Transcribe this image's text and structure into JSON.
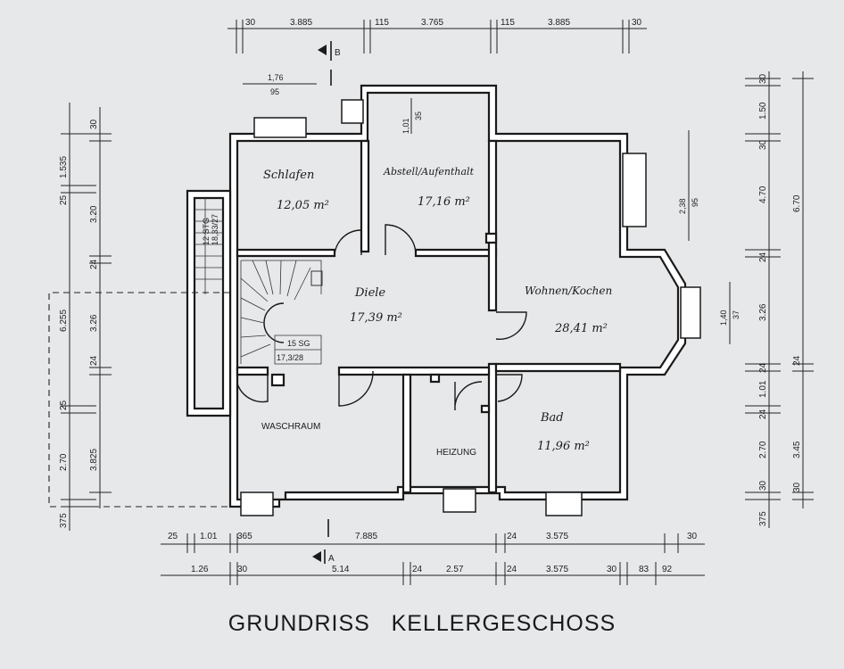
{
  "title": "GRUNDRISS   KELLERGESCHOSS",
  "section_marks": {
    "top": "B",
    "bottom": "A"
  },
  "rooms": [
    {
      "id": "schlafen",
      "name": "Schlafen",
      "area": "12,05 m²"
    },
    {
      "id": "abstell",
      "name": "Abstell/Aufenthalt",
      "area": "17,16 m²"
    },
    {
      "id": "diele",
      "name": "Diele",
      "area": "17,39 m²"
    },
    {
      "id": "wohnen",
      "name": "Wohnen/Kochen",
      "area": "28,41 m²"
    },
    {
      "id": "waschraum",
      "name": "WASCHRAUM",
      "area": ""
    },
    {
      "id": "heizung",
      "name": "HEIZUNG",
      "area": ""
    },
    {
      "id": "bad",
      "name": "Bad",
      "area": "11,96 m²"
    }
  ],
  "stair_labels": {
    "upper": "12 STG",
    "upper_ratio": "18,33/27",
    "lower": "15 SG",
    "lower_ratio": "17,3/28"
  },
  "openings": {
    "window_top_left": "1,76",
    "window_top_left_h": "95",
    "window_abstell": "1,01",
    "window_abstell_h": "35",
    "window_wohnen": "2,38",
    "window_wohnen_h": "95",
    "window_bay": "1,40",
    "window_bay_h": "37"
  },
  "dims_top": [
    "30",
    "3.885",
    "115",
    "3.765",
    "115",
    "3.885",
    "30"
  ],
  "dims_bottom_row1": [
    "25",
    "1.01",
    "365",
    "7.885",
    "24",
    "3.575",
    "30"
  ],
  "dims_bottom_row2": [
    "1.26",
    "30",
    "5.14",
    "24",
    "2.57",
    "24",
    "3.575",
    "30",
    "83",
    "92"
  ],
  "dims_left_outer": [
    "1.535",
    "25",
    "6.255",
    "25",
    "2.70",
    "375"
  ],
  "dims_left_inner": [
    "30",
    "3.20",
    "24",
    "3.26",
    "24",
    "3.825"
  ],
  "dims_right_inner": [
    "30",
    "1.50",
    "30",
    "4.70",
    "24",
    "3.26",
    "24",
    "1.01",
    "24",
    "2.70",
    "30",
    "375"
  ],
  "dims_right_outer": [
    "6.70",
    "24",
    "3.45",
    "30"
  ]
}
